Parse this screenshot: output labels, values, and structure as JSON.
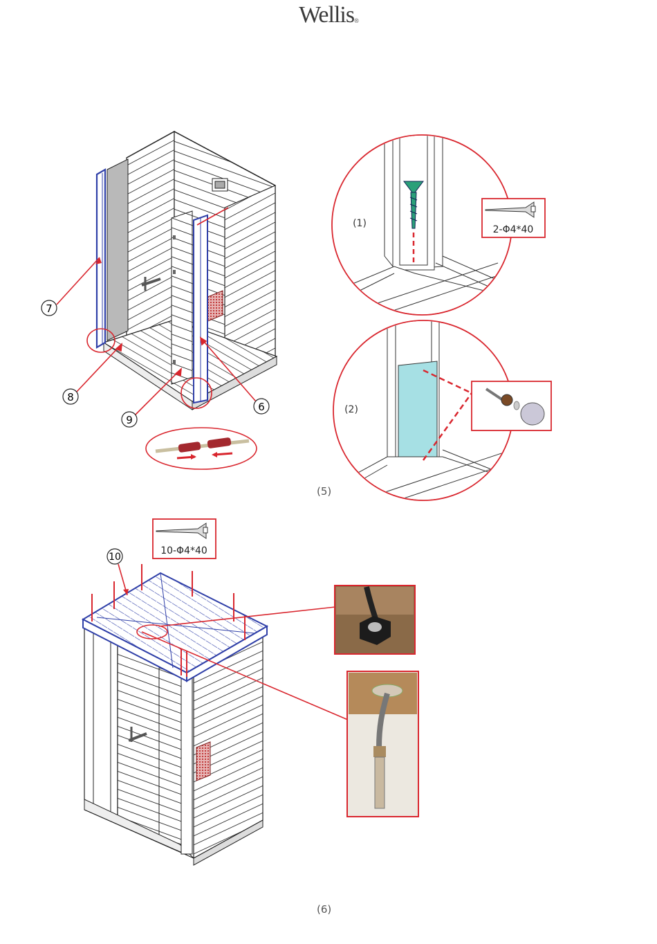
{
  "brand": {
    "name": "Wellis",
    "mark": "®"
  },
  "step5": {
    "caption": "(5)",
    "callouts": {
      "c6": "6",
      "c7": "7",
      "c8": "8",
      "c9": "9"
    },
    "detail1": {
      "label": "(1)",
      "screw_spec": "2-Φ4*40"
    },
    "detail2": {
      "label": "(2)"
    }
  },
  "step6": {
    "caption": "(6)",
    "callouts": {
      "c10": "10"
    },
    "screw_spec": "10-Φ4*40"
  },
  "colors": {
    "accent_red": "#d9262e",
    "panel_blue": "#2f3fa8",
    "cover_teal": "#a6e0e4",
    "screw_green": "#2aa079"
  }
}
